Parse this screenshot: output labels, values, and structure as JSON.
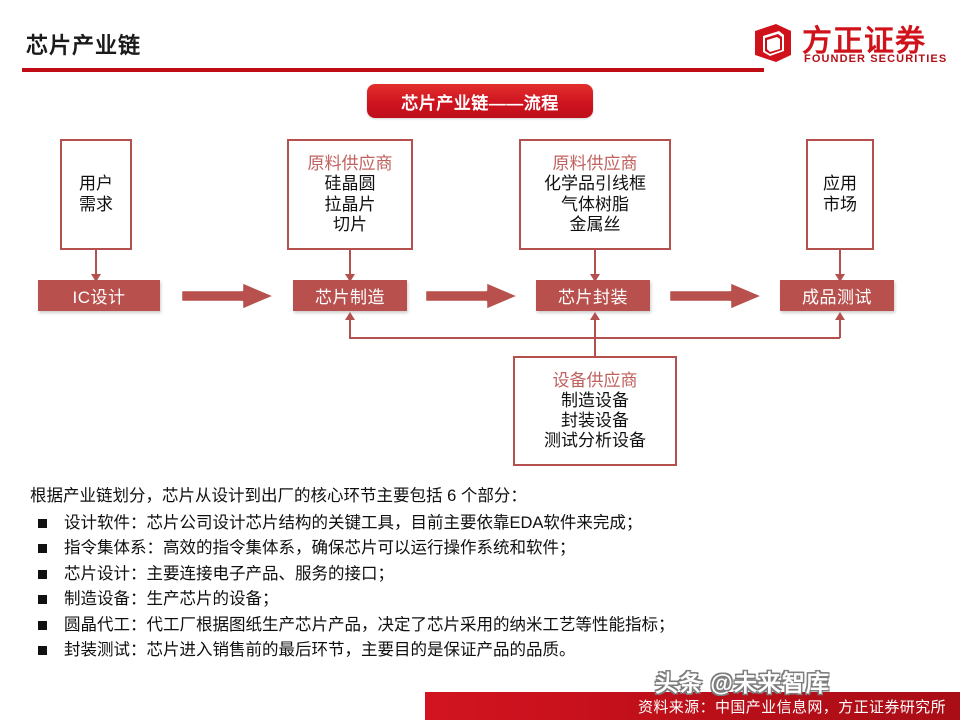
{
  "header": {
    "title": "芯片产业链",
    "logo_cn": "方正证券",
    "logo_en": "FOUNDER SECURITIES",
    "accent_color": "#c00c15"
  },
  "banner": {
    "label": "芯片产业链——流程"
  },
  "diagram": {
    "top_boxes": [
      {
        "heading": "",
        "lines": [
          "用户",
          "需求"
        ]
      },
      {
        "heading": "原料供应商",
        "lines": [
          "硅晶圆",
          "拉晶片",
          "切片"
        ]
      },
      {
        "heading": "原料供应商",
        "lines": [
          "化学品引线框",
          "气体树脂",
          "金属丝"
        ]
      },
      {
        "heading": "",
        "lines": [
          "应用",
          "市场"
        ]
      }
    ],
    "process_boxes": [
      {
        "label": "IC设计"
      },
      {
        "label": "芯片制造"
      },
      {
        "label": "芯片封装"
      },
      {
        "label": "成品测试"
      }
    ],
    "bottom_box": {
      "heading": "设备供应商",
      "lines": [
        "制造设备",
        "封装设备",
        "测试分析设备"
      ]
    },
    "box_border_color": "#b4514f",
    "process_fill_color": "#b8514e",
    "heading_color": "#c0615e"
  },
  "body": {
    "intro": "根据产业链划分，芯片从设计到出厂的核心环节主要包括 6 个部分：",
    "bullets": [
      "设计软件：芯片公司设计芯片结构的关键工具，目前主要依靠EDA软件来完成；",
      "指令集体系：高效的指令集体系，确保芯片可以运行操作系统和软件；",
      "芯片设计：主要连接电子产品、服务的接口；",
      "制造设备：生产芯片的设备；",
      "圆晶代工：代工厂根据图纸生产芯片产品，决定了芯片采用的纳米工艺等性能指标；",
      "封装测试：芯片进入销售前的最后环节，主要目的是保证产品的品质。"
    ]
  },
  "footer": {
    "source": "资料来源：中国产业信息网，方正证券研究所",
    "watermark": "头条 @未来智库"
  }
}
